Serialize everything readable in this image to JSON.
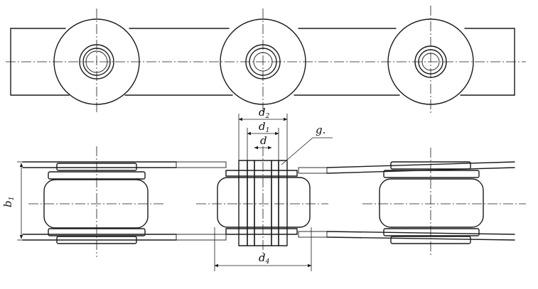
{
  "labels": {
    "d2": {
      "main": "d",
      "sub": "2"
    },
    "d1": {
      "main": "d",
      "sub": "1"
    },
    "d": {
      "main": "d",
      "sub": ""
    },
    "g": {
      "main": "g.",
      "sub": ""
    },
    "b1": {
      "main": "b",
      "sub": "1"
    },
    "d4": {
      "main": "d",
      "sub": "4"
    }
  },
  "colors": {
    "ink": "#1a1a1a",
    "paper": "#ffffff"
  }
}
